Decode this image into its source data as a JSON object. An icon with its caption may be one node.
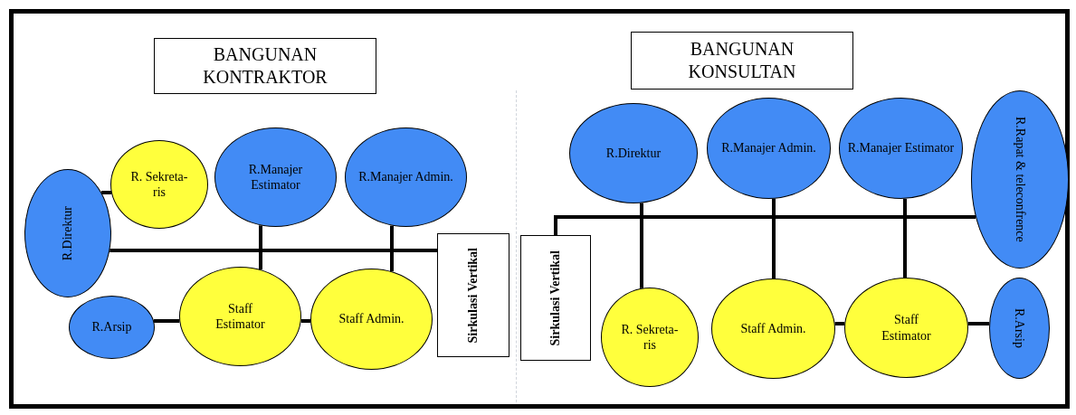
{
  "diagram": {
    "nodes": [
      {
        "text": [
          "BANGUNAN KONTRAKTOR"
        ]
      },
      {
        "text": [
          "BANGUNAN KONSULTAN"
        ]
      },
      {
        "text": [
          "R.Direktur"
        ]
      },
      {
        "text": [
          "R. Sekreta- ris"
        ]
      },
      {
        "text": [
          "R.Manajer Estimator"
        ]
      },
      {
        "text": [
          "R.Manajer Admin."
        ]
      },
      {
        "text": [
          "R.Arsip"
        ]
      },
      {
        "text": [
          "Staff Estimator"
        ]
      },
      {
        "text": [
          "Staff Admin."
        ]
      },
      {
        "text": [
          "Sirkulasi Vertikal"
        ]
      },
      {
        "text": [
          "Sirkulasi Vertikal"
        ]
      },
      {
        "text": [
          "R.Direktur"
        ]
      },
      {
        "text": [
          "R.Manajer Admin."
        ]
      },
      {
        "text": [
          "R.Manajer Estimator"
        ]
      },
      {
        "text": [
          "R.Rapat & teleconfrence"
        ]
      },
      {
        "text": [
          "R. Sekreta- ris"
        ]
      },
      {
        "text": [
          "Staff Admin."
        ]
      },
      {
        "text": [
          "Staff Estimator"
        ]
      },
      {
        "text": [
          "R.Arsip"
        ]
      }
    ],
    "edges": [
      {
        "from": 2,
        "to": 3,
        "arrow": "none"
      },
      {
        "from": 2,
        "to": 9,
        "arrow": "none"
      },
      {
        "from": 4,
        "to": 7,
        "arrow": "none"
      },
      {
        "from": 5,
        "to": 8,
        "arrow": "none"
      },
      {
        "from": 6,
        "to": 7,
        "arrow": "none"
      },
      {
        "from": 7,
        "to": 8,
        "arrow": "none"
      },
      {
        "from": 10,
        "to": 14,
        "arrow": "none"
      },
      {
        "from": 11,
        "to": 15,
        "arrow": "none"
      },
      {
        "from": 12,
        "to": 16,
        "arrow": "none"
      },
      {
        "from": 13,
        "to": 17,
        "arrow": "none"
      },
      {
        "from": 16,
        "to": 17,
        "arrow": "none"
      },
      {
        "from": 17,
        "to": 18,
        "arrow": "none"
      }
    ]
  }
}
